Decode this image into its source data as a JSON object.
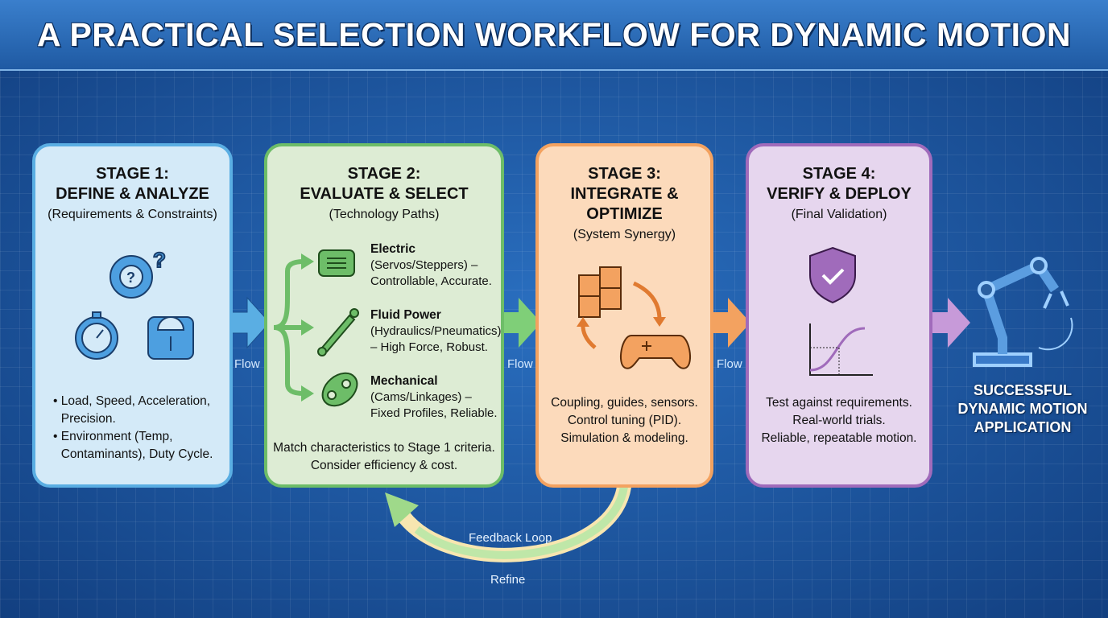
{
  "title": "A PRACTICAL SELECTION WORKFLOW FOR DYNAMIC MOTION",
  "flow_label": "Flow",
  "stages": [
    {
      "heading1": "STAGE 1:",
      "heading2": "DEFINE & ANALYZE",
      "subtitle": "(Requirements & Constraints)",
      "bullets": [
        "Load, Speed, Acceleration, Precision.",
        "Environment (Temp, Contaminants), Duty Cycle."
      ],
      "color": "#5aaee3"
    },
    {
      "heading1": "STAGE 2:",
      "heading2": "EVALUATE & SELECT",
      "subtitle": "(Technology Paths)",
      "paths": [
        {
          "name": "Electric",
          "detail": "(Servos/Steppers) – Controllable, Accurate."
        },
        {
          "name": "Fluid Power",
          "detail": "(Hydraulics/Pneumatics) – High Force, Robust."
        },
        {
          "name": "Mechanical",
          "detail": "(Cams/Linkages) – Fixed Profiles, Reliable."
        }
      ],
      "notes": [
        "Match characteristics to Stage 1 criteria.",
        "Consider efficiency & cost."
      ],
      "color": "#6dbd68"
    },
    {
      "heading1": "STAGE 3:",
      "heading2": "INTEGRATE &",
      "heading3": "OPTIMIZE",
      "subtitle": "(System Synergy)",
      "lines": [
        "Coupling, guides, sensors.",
        "Control tuning (PID).",
        "Simulation & modeling."
      ],
      "color": "#f3a260"
    },
    {
      "heading1": "STAGE 4:",
      "heading2": "VERIFY & DEPLOY",
      "subtitle": "(Final Validation)",
      "lines": [
        "Test against requirements.",
        "Real-world trials.",
        "Reliable, repeatable motion."
      ],
      "color": "#a06bbb"
    }
  ],
  "result": [
    "SUCCESSFUL",
    "DYNAMIC MOTION",
    "APPLICATION"
  ],
  "feedback": {
    "label": "Feedback Loop",
    "refine": "Refine"
  }
}
